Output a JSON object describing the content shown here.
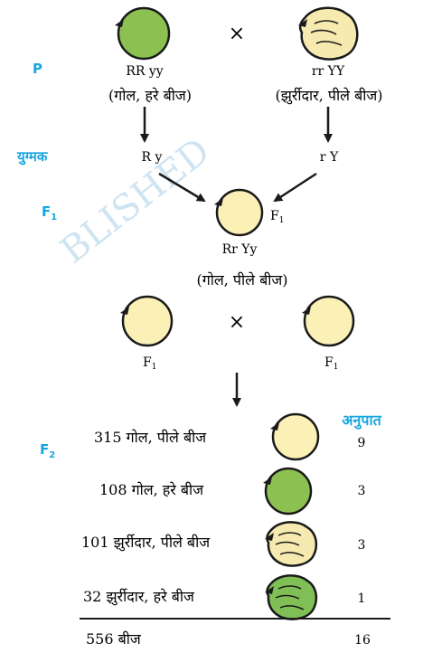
{
  "watermark": "BLISHED",
  "cross_symbol": "×",
  "colors": {
    "green_pea": "#8cc152",
    "yellow_pea": "#fbf0b6",
    "wrinkled_yellow": "#f7eab0",
    "wrinkled_green": "#7fbf55",
    "label_cyan": "#17a6df",
    "stroke": "#1a1a1a"
  },
  "rows": {
    "P": {
      "label": "P",
      "left_genotype": "RR yy",
      "right_genotype": "rr YY",
      "left_phenotype": "(गोल, हरे बीज)",
      "right_phenotype": "(झुर्रीदार, पीले बीज)"
    },
    "gametes": {
      "label": "युग्मक",
      "left": "R y",
      "right": "r Y"
    },
    "F1": {
      "label": "F",
      "label_sub": "1",
      "pea_label": "F",
      "pea_label_sub": "1",
      "genotype": "Rr Yy",
      "phenotype": "(गोल, पीले बीज)",
      "cross_left": "F",
      "cross_left_sub": "1",
      "cross_right": "F",
      "cross_right_sub": "1"
    },
    "F2": {
      "label": "F",
      "label_sub": "2",
      "ratio_header": "अनुपात",
      "results": [
        {
          "text": "315 गोल, पीले बीज",
          "ratio": "9",
          "pea": "round-yellow"
        },
        {
          "text": "108 गोल, हरे बीज",
          "ratio": "3",
          "pea": "round-green"
        },
        {
          "text": "101 झुर्रीदार, पीले बीज",
          "ratio": "3",
          "pea": "wrinkled-yellow"
        },
        {
          "text": "32 झुर्रीदार, हरे बीज",
          "ratio": "1",
          "pea": "wrinkled-green"
        }
      ],
      "total_text": "556 बीज",
      "total_ratio": "16"
    }
  }
}
